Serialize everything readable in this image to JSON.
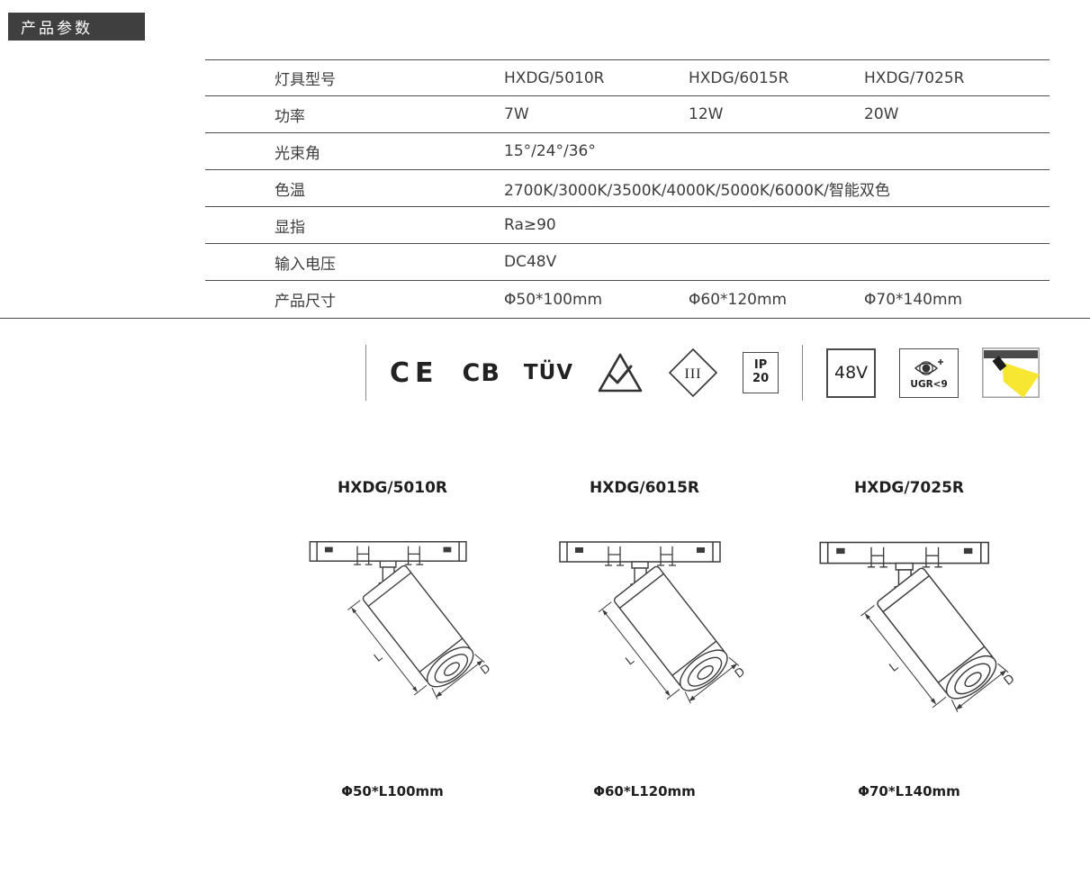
{
  "badge": {
    "label": "产品参数"
  },
  "table": {
    "rows": [
      {
        "label": "灯具型号",
        "values": [
          "HXDG/5010R",
          "HXDG/6015R",
          "HXDG/7025R"
        ]
      },
      {
        "label": "功率",
        "values": [
          "7W",
          "12W",
          "20W"
        ]
      },
      {
        "label": "光束角",
        "values": [
          "15°/24°/36°"
        ]
      },
      {
        "label": "色温",
        "values": [
          "2700K/3000K/3500K/4000K/5000K/6000K/智能双色"
        ]
      },
      {
        "label": "显指",
        "values": [
          "Ra≥90"
        ]
      },
      {
        "label": "输入电压",
        "values": [
          "DC48V"
        ]
      },
      {
        "label": "产品尺寸",
        "values": [
          "Φ50*100mm",
          "Φ60*120mm",
          "Φ70*140mm"
        ]
      }
    ]
  },
  "certs": {
    "ce": "CE",
    "cb": "CB",
    "tuv": "TÜV",
    "class_iii": "III",
    "ip_top": "IP",
    "ip_bottom": "20",
    "voltage": "48V",
    "ugr": "UGR<9"
  },
  "drawing": {
    "length_label": "L",
    "diameter_label": "D"
  },
  "products": [
    {
      "name": "HXDG/5010R",
      "size": "Φ50*L100mm"
    },
    {
      "name": "HXDG/6015R",
      "size": "Φ60*L120mm"
    },
    {
      "name": "HXDG/7025R",
      "size": "Φ70*L140mm"
    }
  ],
  "colors": {
    "badge_bg": "#3f3f3f",
    "rule_line": "#4d4d4d",
    "beam_yellow": "#f7e733"
  }
}
